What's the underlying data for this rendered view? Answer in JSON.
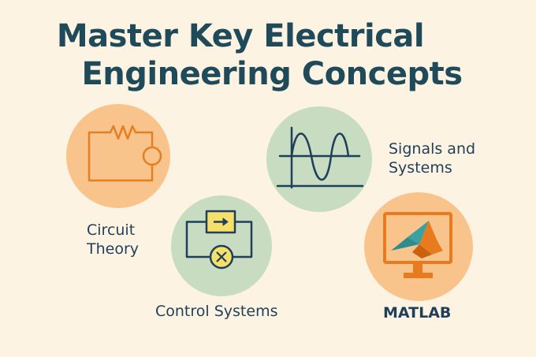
{
  "title": {
    "line1": "Master Key Electrical",
    "line2": "Engineering Concepts"
  },
  "topics": {
    "circuit_theory": {
      "line1": "Circuit",
      "line2": "Theory"
    },
    "signals_systems": {
      "line1": "Signals and",
      "line2": "Systems"
    },
    "control_systems": {
      "label": "Control Systems"
    },
    "matlab": {
      "label": "MATLAB"
    }
  },
  "colors": {
    "background": "#fdf3e2",
    "title": "#1f4a5a",
    "orange_circle": "#f8c48c",
    "green_circle": "#c7dcc1",
    "line_orange": "#e67e22",
    "line_navy": "#1f3f5a",
    "block_yellow": "#f6e06a",
    "matlab_orange": "#e87b1e",
    "matlab_teal": "#2e8c8c"
  },
  "icons": {
    "circuit": "resistor-circuit-icon",
    "signals": "sine-wave-icon",
    "control": "block-diagram-icon",
    "matlab": "monitor-matlab-icon"
  }
}
